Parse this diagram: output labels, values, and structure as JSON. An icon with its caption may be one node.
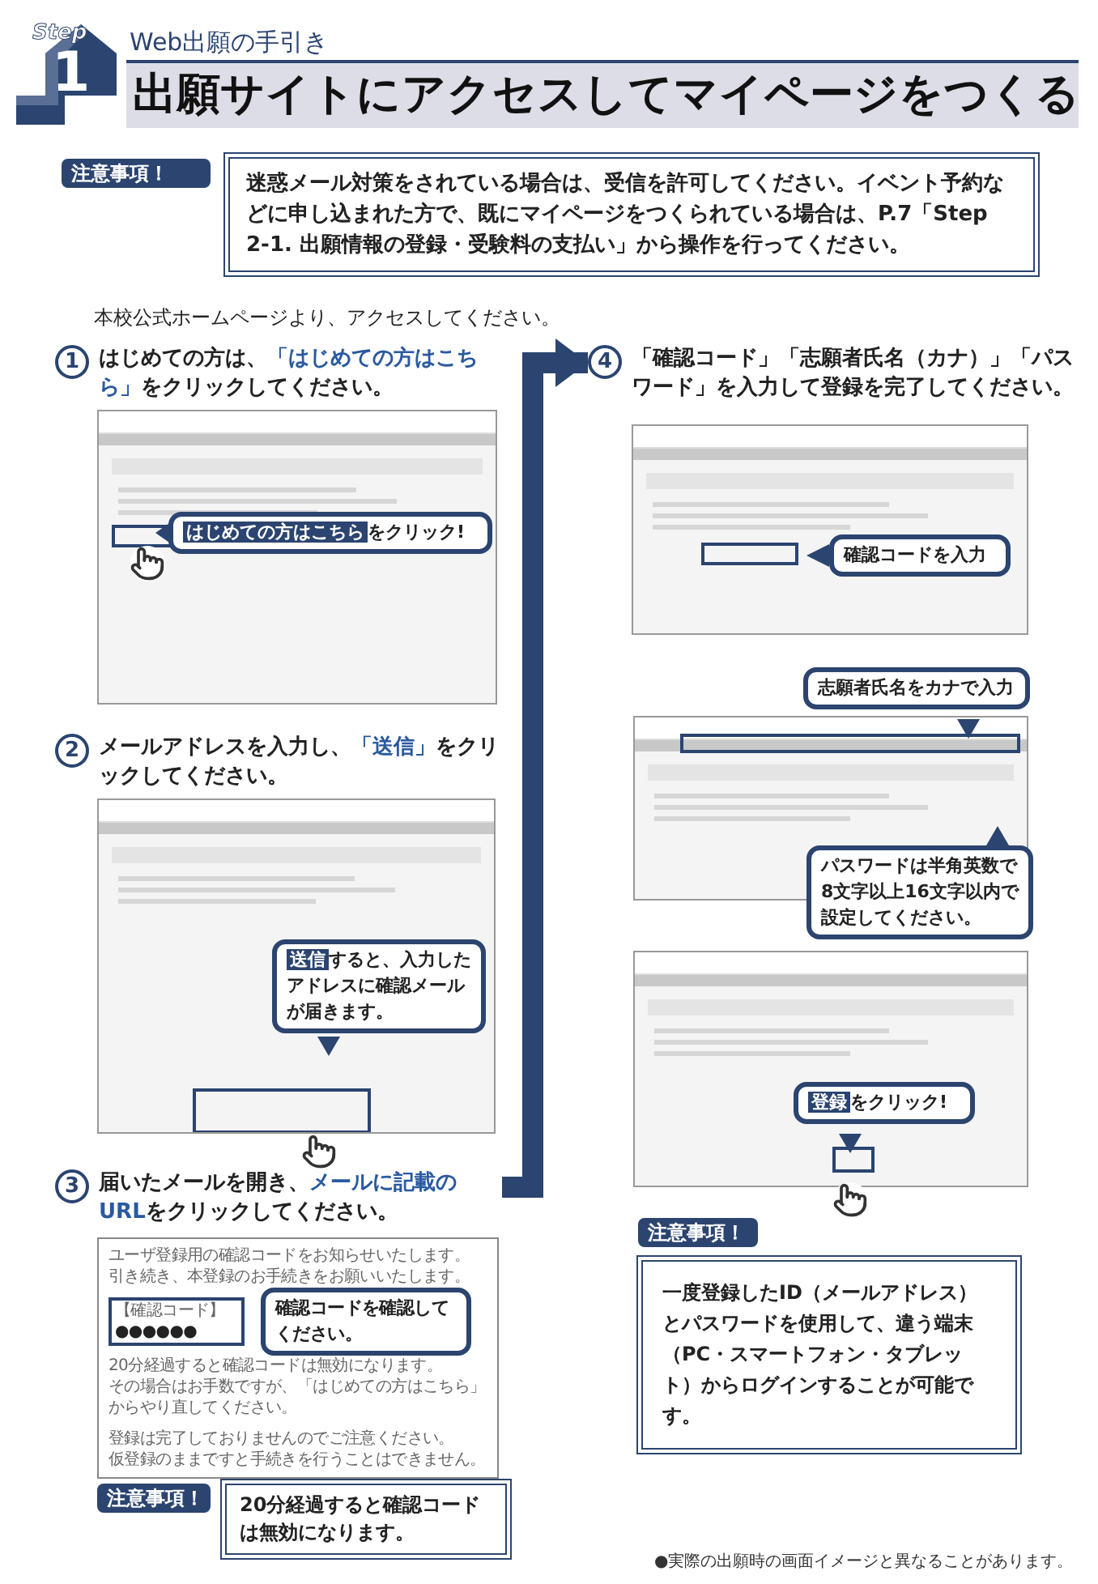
{
  "diagram": {
    "title": "出願サイトにアクセスしてマイページをつくる",
    "nodes": [
      {
        "text": [
          "注意事項！"
        ]
      },
      {
        "text": [
          "迷惑メール対策をされている場合は、受信を許可してください。イベント予約などに申し込まれた方で、既にマイページをつくられている場合は、P.7「Step 2-1. 出願情報の登録・受験料の支払い」から操作を行ってください。"
        ]
      },
      {
        "text": [
          "1",
          "はじめての方は、**「はじめての方はこちら」**をクリックしてください。"
        ]
      },
      {
        "text": [
          "**はじめての方はこちら**をクリック!"
        ]
      },
      {
        "text": [
          "2",
          "メールアドレスを入力し、**「送信」**をクリックしてください。"
        ]
      },
      {
        "text": [
          "**送信**すると、入力したアドレスに確認メールが届きます。"
        ]
      },
      {
        "text": [
          "3",
          "届いたメールを開き、**メールに記載のURL**をクリックしてください。"
        ]
      },
      {
        "text": [
          "ユーザ登録用の確認コードをお知らせいたします。",
          "引き続き、本登録のお手続きをお願いいたします。",
          "【確認コード】",
          "●●●●●●",
          "20分経過すると確認コードは無効になります。",
          "その場合はお手数ですが、「はじめての方はこちら」からやり直してください。",
          "登録は完了しておりませんのでご注意ください。",
          "仮登録のままですと手続きを行うことはできません。"
        ]
      },
      {
        "text": [
          "確認コードを確認してください。"
        ],
        "in": 7
      },
      {
        "text": [
          "注意事項！"
        ]
      },
      {
        "text": [
          "20分経過すると確認コードは無効になります。"
        ]
      },
      {
        "text": [
          "4",
          "「確認コード」「志願者氏名（カナ）」「パスワード」を入力して登録を完了してください。"
        ]
      },
      {
        "text": [
          "確認コードを入力"
        ]
      },
      {
        "text": [
          "志願者氏名をカナで入力"
        ]
      },
      {
        "text": [
          "パスワードは半角英数で8文字以上16文字以内で設定してください。"
        ]
      },
      {
        "text": [
          "**登録**をクリック!"
        ]
      },
      {
        "text": [
          "注意事項！"
        ]
      },
      {
        "text": [
          "一度登録したID（メールアドレス）とパスワードを使用して、違う端末（PC・スマートフォン・タブレット）からログインすることが可能です。"
        ]
      }
    ],
    "edges": [
      {
        "from": 6,
        "to": 11,
        "arrow": "to"
      }
    ],
    "labels": [
      "Step",
      "1",
      "Web出願の手引き",
      "本校公式ホームページより、アクセスしてください。",
      "●実際の出願時の画面イメージと異なることがあります。"
    ]
  }
}
